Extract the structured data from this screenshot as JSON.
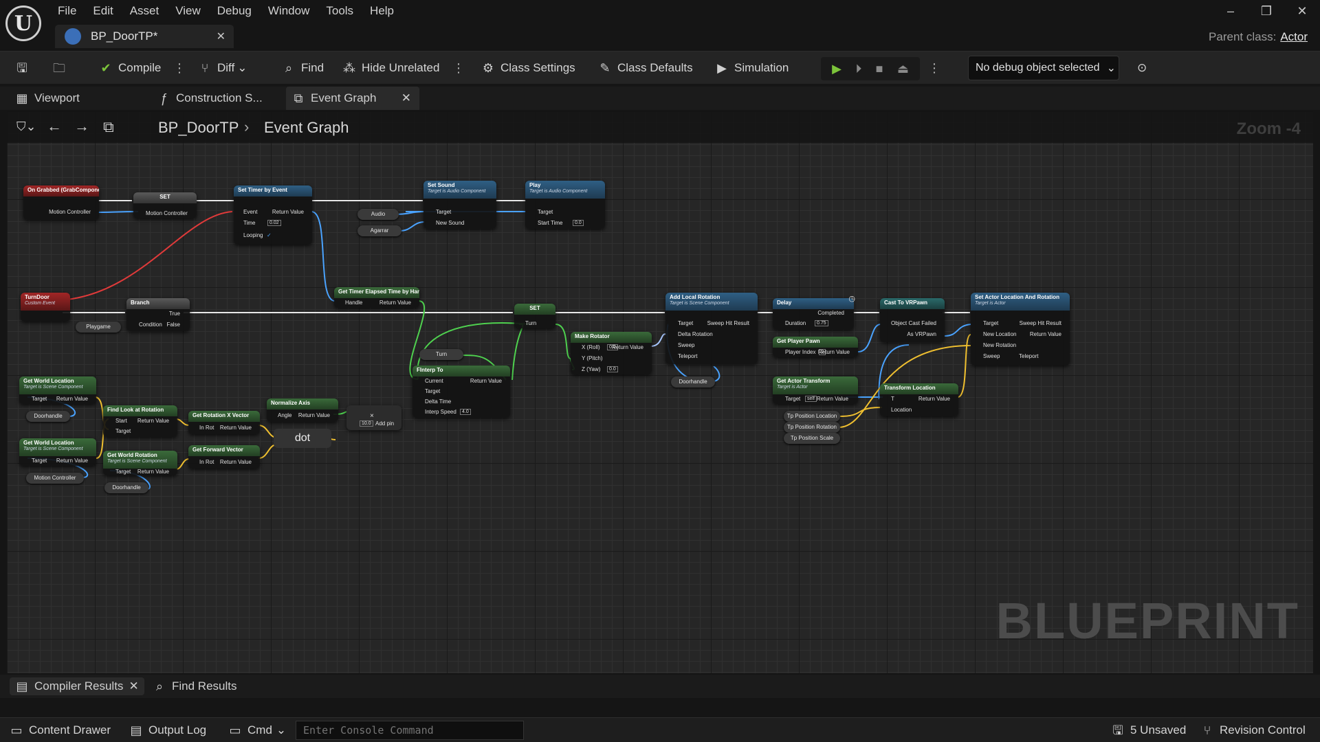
{
  "menu": [
    "File",
    "Edit",
    "Asset",
    "View",
    "Debug",
    "Window",
    "Tools",
    "Help"
  ],
  "doc_tab": "BP_DoorTP*",
  "parent_class": {
    "label": "Parent class:",
    "value": "Actor"
  },
  "toolbar": {
    "compile": "Compile",
    "diff": "Diff",
    "find": "Find",
    "hide_unrelated": "Hide Unrelated",
    "class_settings": "Class Settings",
    "class_defaults": "Class Defaults",
    "simulation": "Simulation",
    "debug_object": "No debug object selected"
  },
  "editor_tabs": {
    "viewport": "Viewport",
    "construction": "Construction S...",
    "event_graph": "Event Graph"
  },
  "breadcrumb": {
    "class": "BP_DoorTP",
    "graph": "Event Graph"
  },
  "zoom": "Zoom -4",
  "watermark": "BLUEPRINT",
  "nodes": {
    "on_grabbed": {
      "title": "On Grabbed (GrabComponent)",
      "pin": "Motion Controller"
    },
    "set1": {
      "title": "SET",
      "pin": "Motion Controller"
    },
    "set_timer": {
      "title": "Set Timer by Event",
      "event": "Event",
      "return": "Return Value",
      "time": "Time",
      "time_val": "0.02",
      "looping": "Looping"
    },
    "set_sound": {
      "title": "Set Sound",
      "sub": "Target is Audio Component",
      "target": "Target",
      "new_sound": "New Sound"
    },
    "play": {
      "title": "Play",
      "sub": "Target is Audio Component",
      "target": "Target",
      "start_time": "Start Time",
      "start_val": "0.0"
    },
    "audio": "Audio",
    "agarrar": "Agarrar",
    "turn_door": {
      "title": "TurnDoor",
      "sub": "Custom Event"
    },
    "branch": {
      "title": "Branch",
      "cond": "Condition",
      "true": "True",
      "false": "False"
    },
    "playgame": "Playgame",
    "timer_elapsed": {
      "title": "Get Timer Elapsed Time by Handle",
      "handle": "Handle",
      "return": "Return Value"
    },
    "set2": {
      "title": "SET",
      "pin": "Turn"
    },
    "turn": "Turn",
    "finterp": {
      "title": "FInterp To",
      "current": "Current",
      "return": "Return Value",
      "target": "Target",
      "delta": "Delta Time",
      "speed": "Interp Speed",
      "speed_val": "4.0"
    },
    "make_rot": {
      "title": "Make Rotator",
      "x": "X (Roll)",
      "x_val": "0.0",
      "y": "Y (Pitch)",
      "z": "Z (Yaw)",
      "z_val": "0.0",
      "return": "Return Value"
    },
    "add_local": {
      "title": "Add Local Rotation",
      "sub": "Target is Scene Component",
      "target": "Target",
      "sweep_hit": "Sweep Hit Result",
      "delta": "Delta Rotation",
      "sweep": "Sweep",
      "teleport": "Teleport"
    },
    "doorhandle": "Doorhandle",
    "delay": {
      "title": "Delay",
      "duration": "Duration",
      "dur_val": "0.75",
      "completed": "Completed"
    },
    "get_player_pawn": {
      "title": "Get Player Pawn",
      "index": "Player Index",
      "index_val": "0",
      "return": "Return Value"
    },
    "cast": {
      "title": "Cast To VRPawn",
      "object": "Object",
      "failed": "Cast Failed",
      "as": "As VRPawn"
    },
    "set_actor": {
      "title": "Set Actor Location And Rotation",
      "sub": "Target is Actor",
      "target": "Target",
      "sweep_hit": "Sweep Hit Result",
      "new_loc": "New Location",
      "return": "Return Value",
      "new_rot": "New Rotation",
      "sweep": "Sweep",
      "teleport": "Teleport"
    },
    "get_actor_transform": {
      "title": "Get Actor Transform",
      "sub": "Target is Actor",
      "target": "Target",
      "target_val": "self",
      "return": "Return Value"
    },
    "transform_loc": {
      "title": "Transform Location",
      "t": "T",
      "return": "Return Value",
      "loc": "Location"
    },
    "tp": {
      "pos": "Tp Position Location",
      "rot": "Tp Position Rotation",
      "scale": "Tp Position Scale"
    },
    "gwl1": {
      "title": "Get World Location",
      "sub": "Target is Scene Component",
      "target": "Target",
      "return": "Return Value"
    },
    "gwl2": {
      "title": "Get World Location",
      "sub": "Target is Scene Component",
      "target": "Target",
      "return": "Return Value"
    },
    "find_look": {
      "title": "Find Look at Rotation",
      "start": "Start",
      "target": "Target",
      "return": "Return Value"
    },
    "get_world_rot": {
      "title": "Get World Rotation",
      "sub": "Target is Scene Component",
      "target": "Target",
      "return": "Return Value"
    },
    "get_rot_x": {
      "title": "Get Rotation X Vector",
      "in": "In Rot",
      "return": "Return Value"
    },
    "get_fwd": {
      "title": "Get Forward Vector",
      "in": "In Rot",
      "return": "Return Value"
    },
    "normalize": {
      "title": "Normalize Axis",
      "angle": "Angle",
      "return": "Return Value"
    },
    "mult": {
      "val": "10.0",
      "add": "Add pin"
    },
    "dot": "dot",
    "motion_controller": "Motion Controller",
    "doorhandle2": "Doorhandle",
    "doorhandle3": "Doorhandle"
  },
  "bottom_tabs": {
    "compiler": "Compiler Results",
    "find": "Find Results"
  },
  "status": {
    "content_drawer": "Content Drawer",
    "output_log": "Output Log",
    "cmd": "Cmd",
    "console_placeholder": "Enter Console Command",
    "unsaved": "5 Unsaved",
    "revision": "Revision Control"
  }
}
